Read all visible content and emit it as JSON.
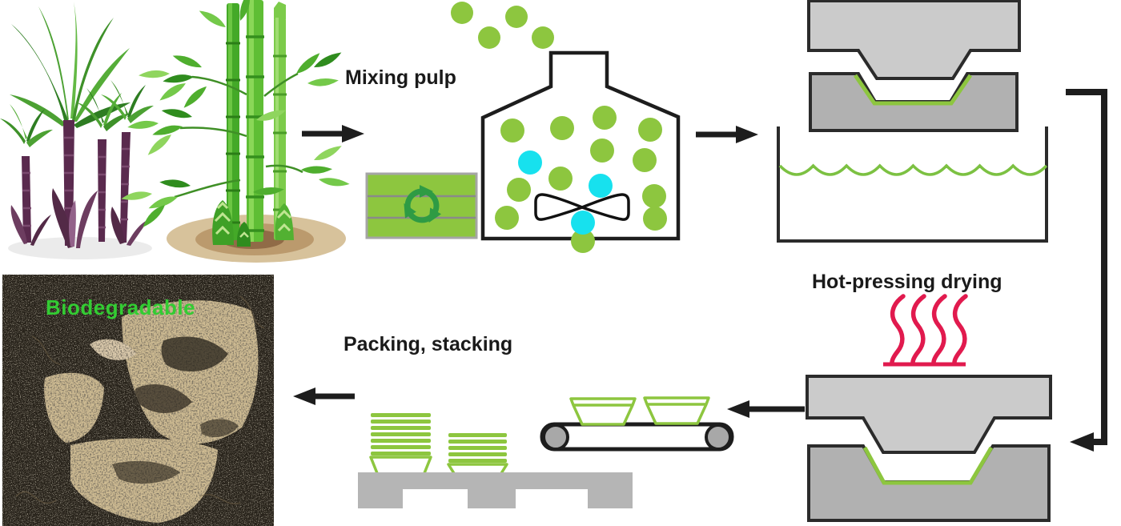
{
  "diagram": {
    "labels": {
      "mixing": "Mixing pulp",
      "hot_pressing": "Hot-pressing drying",
      "packing": "Packing, stacking",
      "biodegradable": "Biodegradable"
    },
    "flow_sequence": [
      "sugarcane-and-bamboo-raw-material",
      "mixing-pulp",
      "wet-forming-in-mold-over-water-tank",
      "hot-pressing-drying",
      "conveying",
      "packing-stacking",
      "biodegradation-in-soil"
    ],
    "icons": {
      "recycle": "recycle-arrows-icon",
      "heat": "heat-waves-icon",
      "propeller": "mixer-propeller-icon",
      "arrow": "flow-arrow-icon"
    },
    "colors": {
      "pulp_green": "#8dc63f",
      "water_green": "#7cc142",
      "additive_cyan": "#17e1ee",
      "heat_red": "#e11a4e",
      "mold_light_gray": "#cbcbcb",
      "mold_dark_gray": "#b1b1b1",
      "pallet_gray": "#b5b5b5",
      "outline_black": "#1d1d1d",
      "label_black": "#1a1a1a",
      "biodegradable_green": "#33cc33",
      "recycle_dark_green": "#2e9b44"
    }
  }
}
